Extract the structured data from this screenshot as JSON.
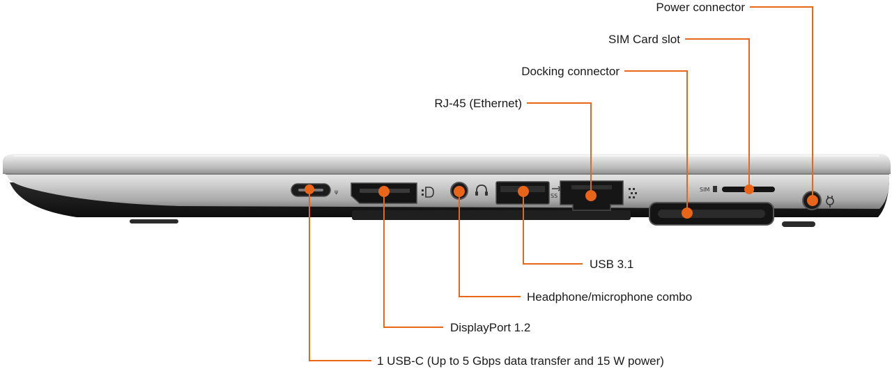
{
  "accent_color": "#e8651a",
  "product": "laptop-left-side-ports",
  "port_markings": {
    "usb_symbol": "ψ",
    "sim_marking": "SIM"
  },
  "callouts": [
    {
      "id": "power",
      "label": "Power connector"
    },
    {
      "id": "sim",
      "label": "SIM Card slot"
    },
    {
      "id": "dock",
      "label": "Docking connector"
    },
    {
      "id": "rj45",
      "label": "RJ-45 (Ethernet)"
    },
    {
      "id": "usb31",
      "label": "USB 3.1"
    },
    {
      "id": "audio",
      "label": "Headphone/microphone combo"
    },
    {
      "id": "dp",
      "label": "DisplayPort 1.2"
    },
    {
      "id": "usbc",
      "label": "1 USB-C (Up to 5 Gbps data transfer and 15 W power)"
    }
  ]
}
